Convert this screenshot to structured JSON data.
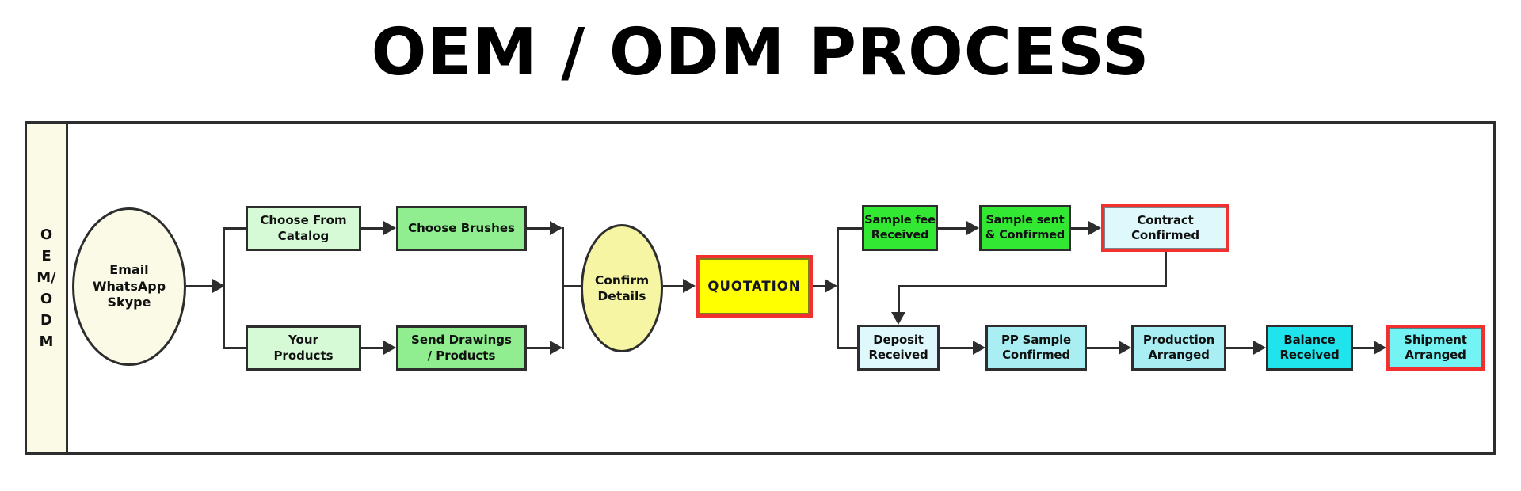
{
  "title": "OEM / ODM PROCESS",
  "sidebar": {
    "label": "O\nE\nM/\nO\nD\nM"
  },
  "nodes": {
    "start": "Email\nWhatsApp\nSkype",
    "choose_catalog": "Choose From\nCatalog",
    "choose_brushes": "Choose Brushes",
    "your_products": "Your\nProducts",
    "send_drawings": "Send Drawings\n/ Products",
    "confirm": "Confirm\nDetails",
    "quotation": "QUOTATION",
    "sample_fee": "Sample fee\nReceived",
    "sample_sent": "Sample sent\n& Confirmed",
    "contract": "Contract Confirmed",
    "deposit": "Deposit\nReceived",
    "pp_sample": "PP Sample\nConfirmed",
    "production": "Production\nArranged",
    "balance": "Balance\nReceived",
    "shipment": "Shipment\nArranged"
  },
  "colors": {
    "line": "#2d2d2d",
    "cream": "#fafae6",
    "pale_yellow": "#f5f5a3",
    "light_green": "#d6fad6",
    "green": "#90ee90",
    "bright_green": "#33e833",
    "pale_cyan": "#def8fb",
    "light_cyan": "#a8eef2",
    "bright_cyan": "#1fe4ec",
    "shipment_cyan": "#73f3f3",
    "yellow": "#ffff00",
    "red_border": "#f23030"
  }
}
